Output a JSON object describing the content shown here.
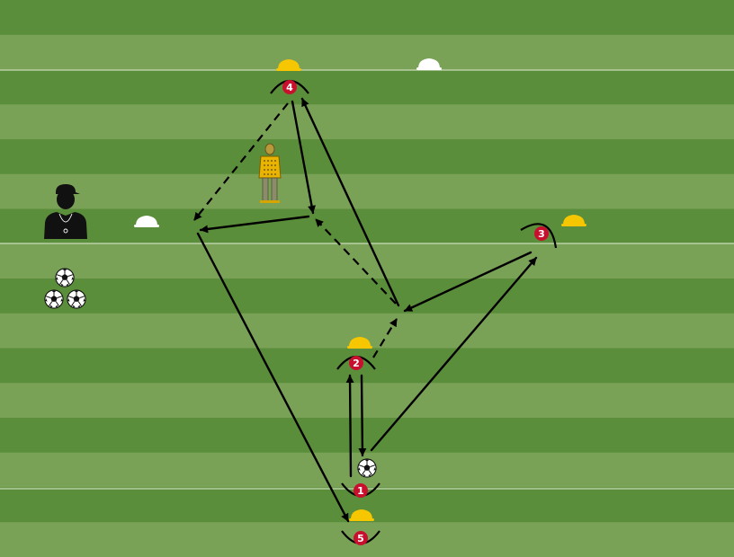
{
  "pitch": {
    "stripe_dark": "#5b8e3a",
    "stripe_light": "#79a257",
    "line_color": "#c9dcb8"
  },
  "colors": {
    "cone_yellow": "#f6c600",
    "cone_white": "#ffffff",
    "player_red": "#c8102e",
    "arrow": "#000000",
    "mannequin": "#e8b400"
  },
  "players": [
    {
      "number": "1"
    },
    {
      "number": "2"
    },
    {
      "number": "3"
    },
    {
      "number": "4"
    },
    {
      "number": "5"
    }
  ],
  "icons": {
    "coach": "coach-silhouette-icon",
    "ball": "soccer-ball-icon",
    "cone": "training-cone-icon",
    "mannequin": "defensive-mannequin-icon"
  }
}
